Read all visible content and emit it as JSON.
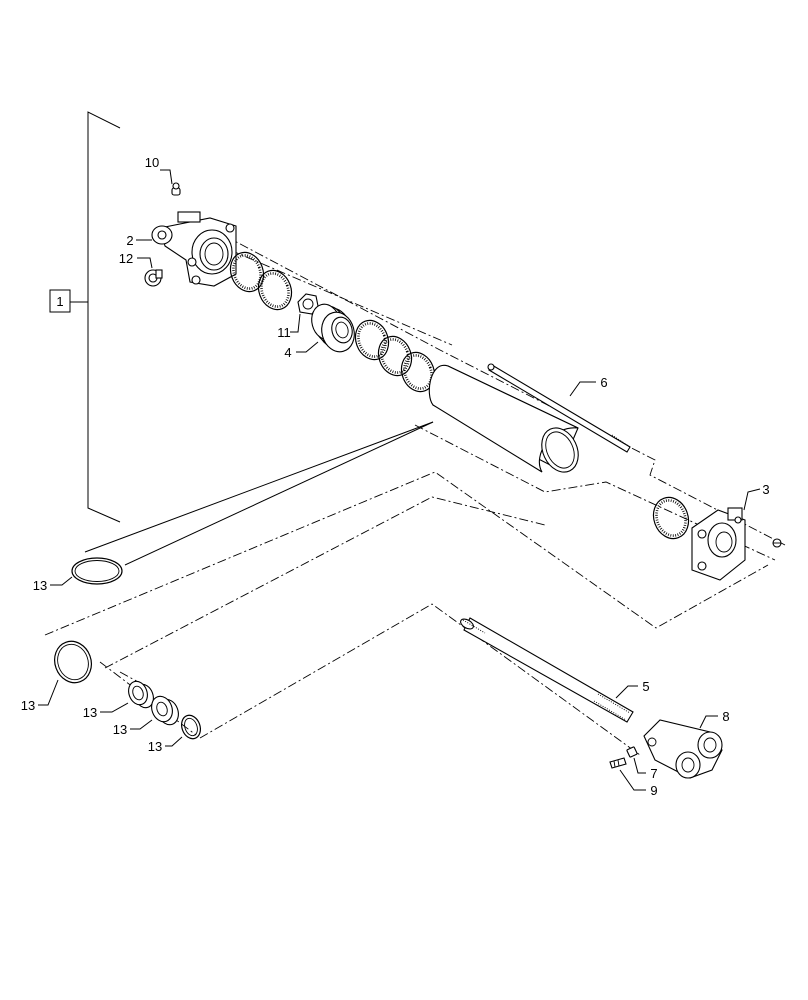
{
  "labels": {
    "l1": "1",
    "l2": "2",
    "l3": "3",
    "l4": "4",
    "l5": "5",
    "l6": "6",
    "l7": "7",
    "l8": "8",
    "l9": "9",
    "l10": "10",
    "l11": "11",
    "l12": "12",
    "l13a": "13",
    "l13b": "13",
    "l13c": "13",
    "l13d": "13",
    "l13e": "13"
  }
}
